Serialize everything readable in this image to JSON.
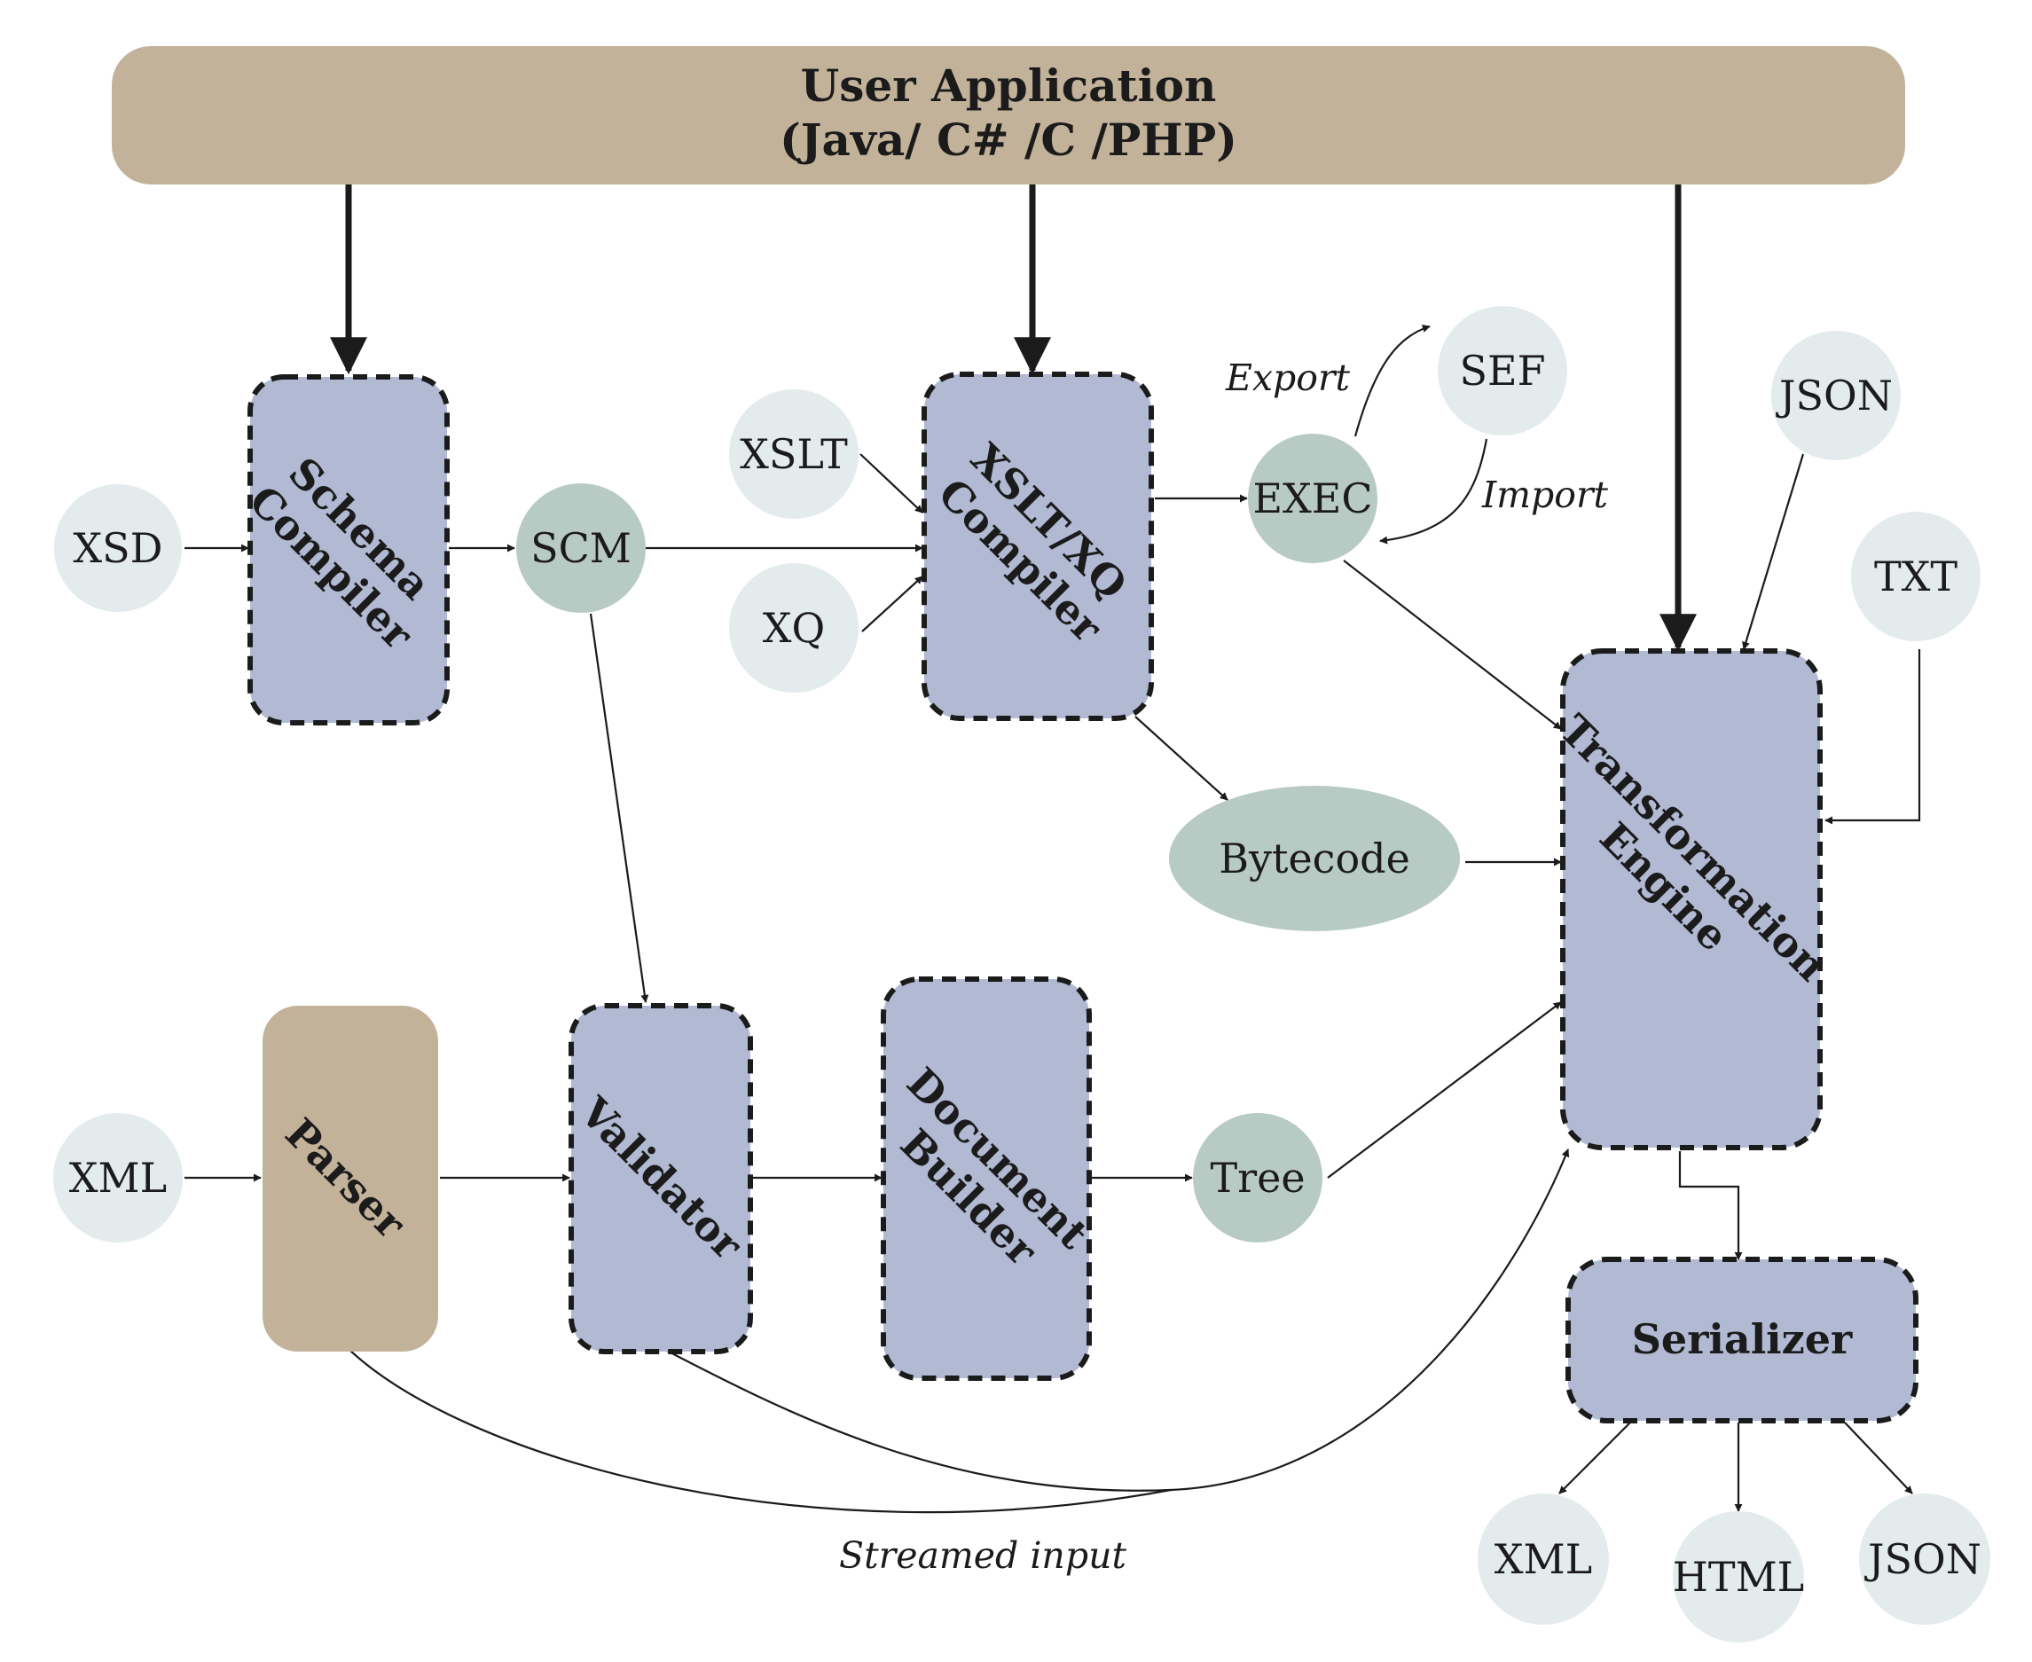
{
  "colors": {
    "app_fill": "#c3b29a",
    "component_fill": "#b1b9d3",
    "input_circle_fill": "#e4ebed",
    "intermediate_fill": "#b8cac4",
    "stroke": "#1b1b1b"
  },
  "app": {
    "title": "User Application",
    "subtitle": "(Java/ C# /C /PHP)"
  },
  "components": {
    "schema_compiler": [
      "Schema",
      "Compiler"
    ],
    "xslt_compiler": [
      "XSLT/XQ",
      "Compiler"
    ],
    "transformation_engine": [
      "Transformation",
      "Engine"
    ],
    "parser": [
      "Parser"
    ],
    "validator": [
      "Validator"
    ],
    "document_builder": [
      "Document",
      "Builder"
    ],
    "serializer": [
      "Serializer"
    ]
  },
  "nodes": {
    "xsd": "XSD",
    "scm": "SCM",
    "xslt": "XSLT",
    "xq": "XQ",
    "exec": "EXEC",
    "sef": "SEF",
    "json_in": "JSON",
    "txt_in": "TXT",
    "bytecode": "Bytecode",
    "xml_in": "XML",
    "tree": "Tree",
    "xml_out": "XML",
    "html_out": "HTML",
    "json_out": "JSON"
  },
  "labels": {
    "export": "Export",
    "import": "Import",
    "streamed_input": "Streamed input"
  }
}
